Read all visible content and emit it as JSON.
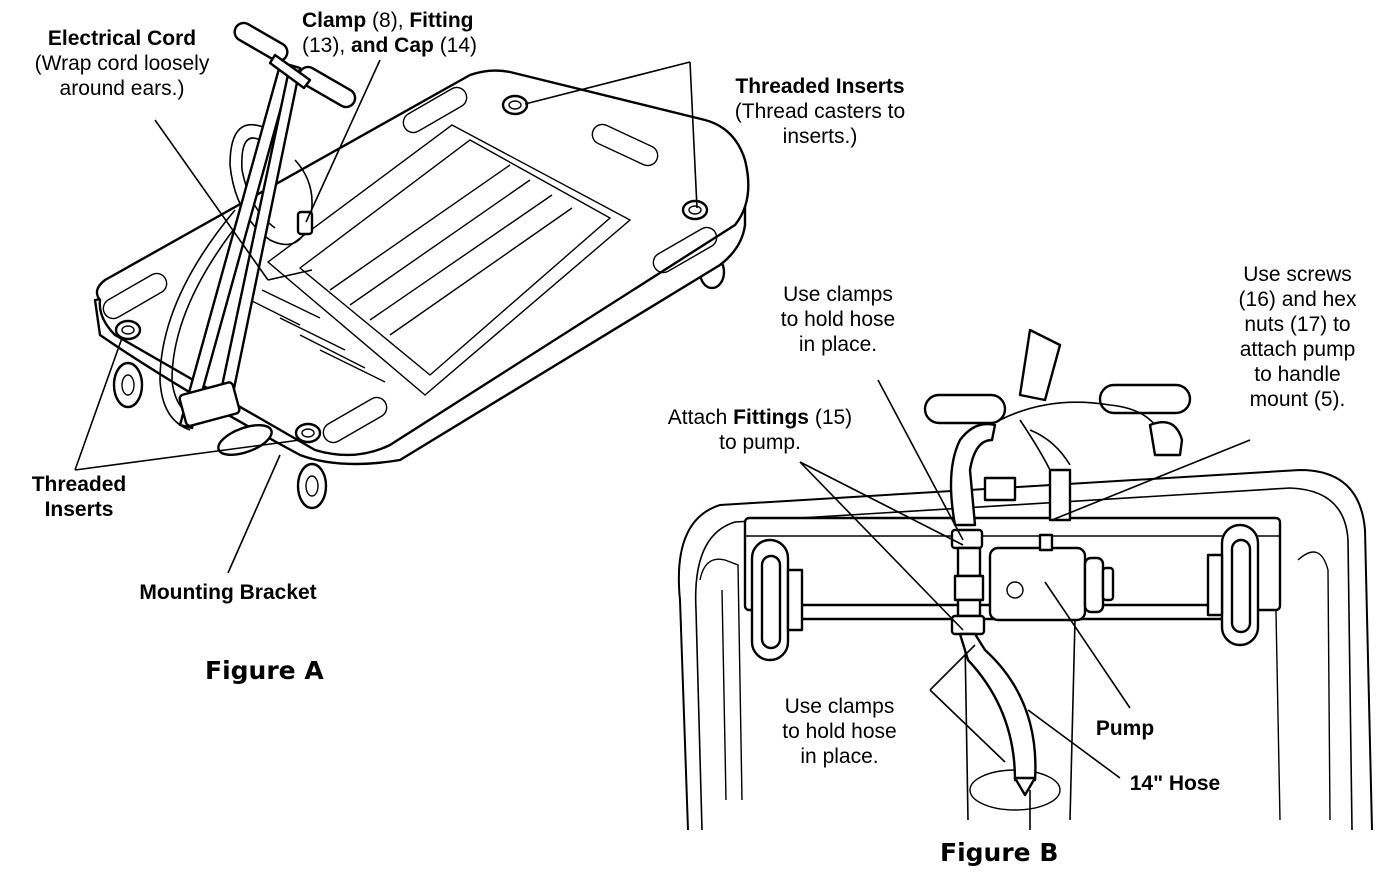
{
  "figure_a": {
    "title": "Figure A",
    "labels": {
      "electrical_cord_bold": "Electrical Cord",
      "electrical_cord_note_1": "(Wrap cord loosely",
      "electrical_cord_note_2": "around ears.)",
      "clamp_bold": "Clamp",
      "clamp_num": " (8), ",
      "fitting_bold": "Fitting",
      "fitting_num": "(13), ",
      "cap_bold": "and Cap",
      "cap_num": " (14)",
      "threaded_inserts_top": "Threaded Inserts",
      "threaded_inserts_note_1": "(Thread casters to",
      "threaded_inserts_note_2": "inserts.)",
      "threaded_inserts_left_1": "Threaded",
      "threaded_inserts_left_2": "Inserts",
      "mounting_bracket": "Mounting Bracket"
    }
  },
  "figure_b": {
    "title": "Figure B",
    "labels": {
      "clamps_top_1": "Use clamps",
      "clamps_top_2": "to hold hose",
      "clamps_top_3": "in place.",
      "attach_prefix": "Attach ",
      "fittings_bold": "Fittings",
      "fittings_num": " (15)",
      "attach_suffix": "to pump.",
      "screws_1": "Use screws",
      "screws_2": "(16) and hex",
      "screws_3": "nuts (17) to",
      "screws_4": "attach pump",
      "screws_5": "to handle",
      "screws_6": "mount (5).",
      "clamps_bottom_1": "Use clamps",
      "clamps_bottom_2": "to hold hose",
      "clamps_bottom_3": "in place.",
      "pump": "Pump",
      "hose": "14\" Hose"
    }
  }
}
